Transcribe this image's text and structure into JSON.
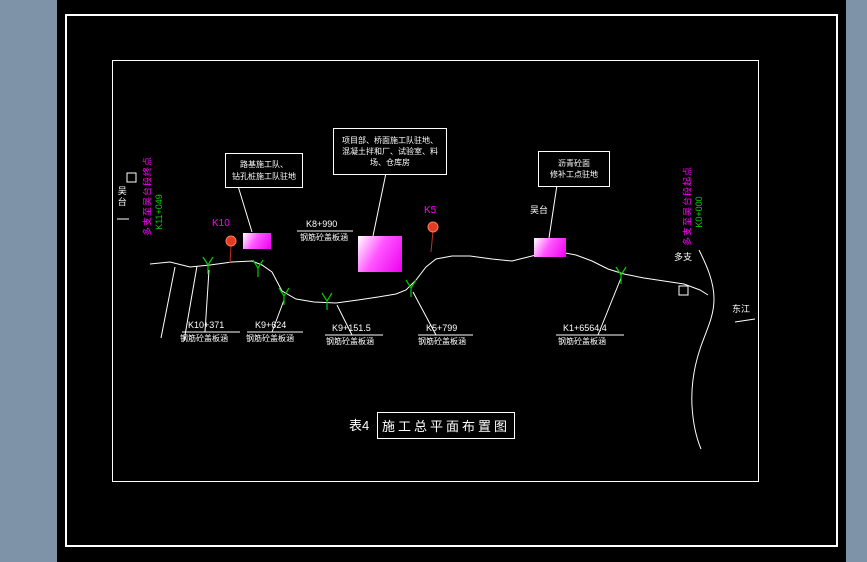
{
  "colors": {
    "app_bg": "#7e92a8",
    "canvas_bg": "#000000",
    "frame": "#ffffff",
    "magenta": "#ff00ff",
    "green": "#00cc00",
    "marker_red": "#e23b24",
    "text": "#ffffff"
  },
  "title": {
    "prefix": "表4",
    "text": "施工总平面布置图"
  },
  "margins": {
    "left": {
      "label": "多支至吴台段终点",
      "station": "K11+049"
    },
    "right": {
      "label": "多支至吴台段起点",
      "station": "K0+000"
    }
  },
  "places": {
    "wutai_left": "吴台",
    "wutai_mid": "吴台",
    "duozhi": "多支",
    "dongjiang": "东江"
  },
  "callouts": [
    {
      "lines": [
        "路基施工队、",
        "钻孔桩施工队驻地"
      ]
    },
    {
      "lines": [
        "项目部、桥面施工队驻地、",
        "混凝土拌和厂、试验室、料",
        "场、仓库房"
      ]
    },
    {
      "lines": [
        "沥青砼面",
        "修补工点驻地"
      ]
    }
  ],
  "markers": {
    "k10": "K10",
    "k5": "K5"
  },
  "mid_label": {
    "station": "K8+990",
    "desc": "钢筋砼盖板涵"
  },
  "stations": [
    {
      "station": "K10+371",
      "desc": "钢筋砼盖板涵"
    },
    {
      "station": "K9+624",
      "desc": "钢筋砼盖板涵"
    },
    {
      "station": "K9+151.5",
      "desc": "钢筋砼盖板涵"
    },
    {
      "station": "K5+799",
      "desc": "钢筋砼盖板涵"
    },
    {
      "station": "K1+6564.4",
      "desc": "钢筋砼盖板涵"
    }
  ]
}
